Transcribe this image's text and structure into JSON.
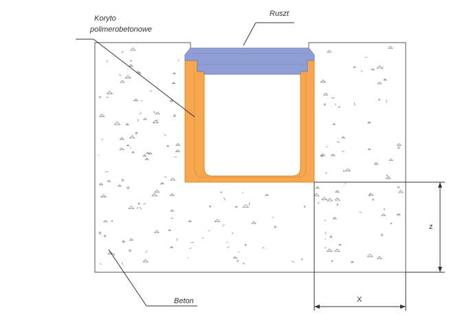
{
  "labels": {
    "koryto_line1": "Koryto",
    "koryto_line2": "polimerobetonowe",
    "ruszt": "Ruszt",
    "beton": "Beton"
  },
  "dimensions": {
    "z": "z",
    "x": "X"
  },
  "colors": {
    "channel": "#F6A74E",
    "channel_edge": "#D98A2E",
    "grate": "#8F9FD6",
    "grate_edge": "#6F7FB8",
    "concrete_speckle": "#9a9a9a",
    "outline": "#555555"
  }
}
